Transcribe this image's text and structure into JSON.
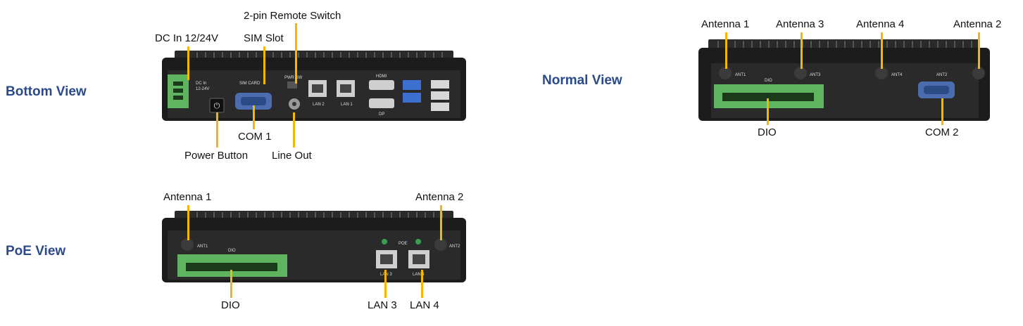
{
  "views": {
    "bottom": {
      "title": "Bottom View",
      "labels": {
        "remote_switch": "2-pin Remote Switch",
        "dc_in": "DC In 12/24V",
        "sim_slot": "SIM Slot",
        "com1": "COM 1",
        "power_button": "Power Button",
        "line_out": "Line Out"
      },
      "silkscreen": {
        "dc": "DC In",
        "dc2": "12-24V",
        "sim": "SIM CARD",
        "pwr": "PWR SW",
        "lan2": "LAN 2",
        "lan1": "LAN 1",
        "hdmi": "HDMI",
        "dp": "DP"
      }
    },
    "normal": {
      "title": "Normal View",
      "labels": {
        "antenna1": "Antenna 1",
        "antenna3": "Antenna 3",
        "antenna4": "Antenna 4",
        "antenna2": "Antenna 2",
        "dio": "DIO",
        "com2": "COM 2"
      },
      "silkscreen": {
        "ant1": "ANT1",
        "ant3": "ANT3",
        "ant4": "ANT4",
        "ant2": "ANT2",
        "dio": "DIO"
      }
    },
    "poe": {
      "title": "PoE View",
      "labels": {
        "antenna1": "Antenna 1",
        "antenna2": "Antenna 2",
        "dio": "DIO",
        "lan3": "LAN 3",
        "lan4": "LAN 4"
      },
      "silkscreen": {
        "ant1": "ANT1",
        "ant2": "ANT2",
        "dio": "DIO",
        "poe": "POE",
        "lan3": "LAN 3",
        "lan4": "LAN 4"
      }
    }
  },
  "colors": {
    "title": "#2a4a8a",
    "leader": "#f5b800",
    "chassis": "#1c1c1c",
    "panel": "#2a2a2a",
    "terminal": "#5fb55f",
    "com_port": "#4b6db0",
    "usb_blue": "#3d6fd1",
    "led_green": "#3aa04a"
  }
}
